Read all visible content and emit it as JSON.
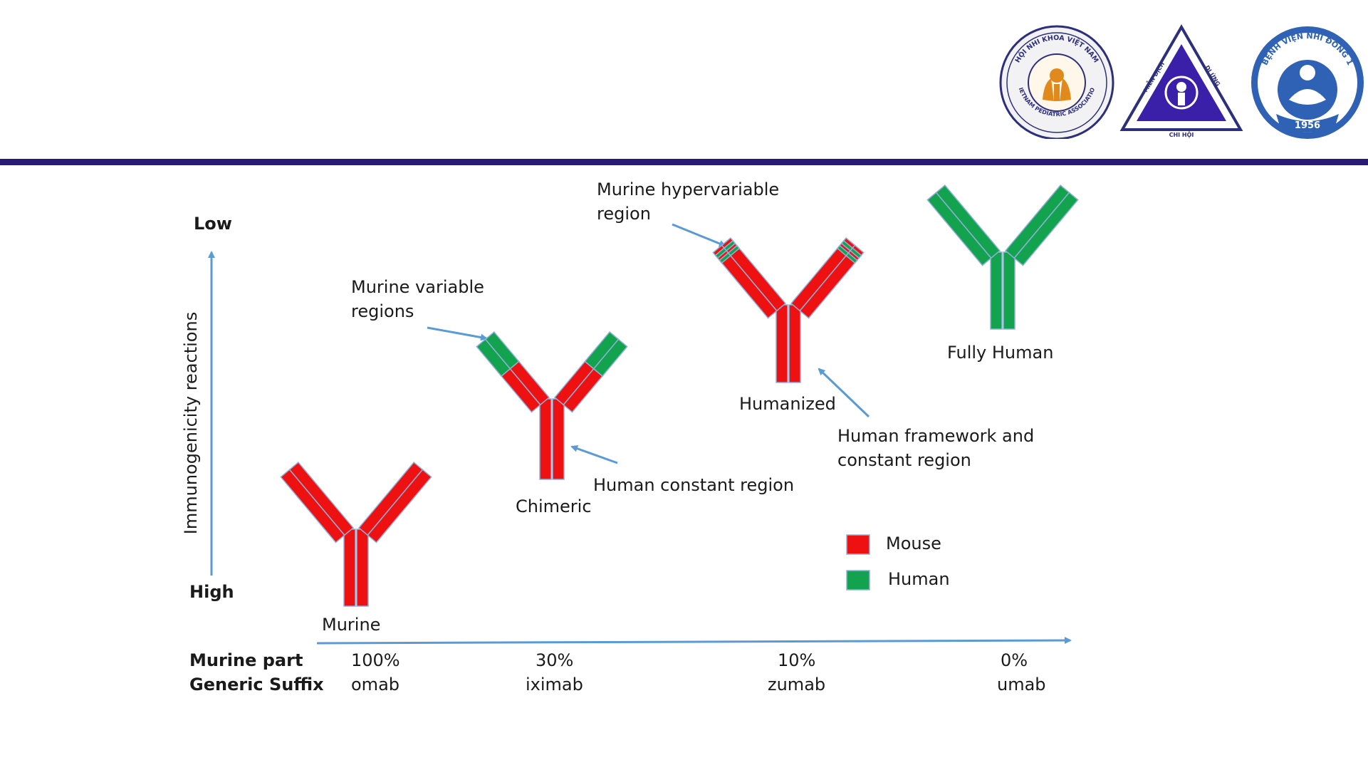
{
  "colors": {
    "mouse": "#ee1111",
    "human": "#13a34f",
    "axis": "#5b9bd5",
    "rule": "#2a1a78",
    "outline": "#8fb0d8"
  },
  "header": {
    "logo_left": {
      "name": "vietnam-pediatric-association-logo",
      "text_top": "HỘI NHI KHOA VIỆT NAM",
      "text_bottom": "VIETNAM PEDIATRIC ASSOCIATION"
    },
    "logo_middle": {
      "name": "immunology-allergy-chapter-logo",
      "text_left": "MIỄN DỊCH",
      "text_right": "DỊ ỨNG",
      "text_bottom": "CHI HỘI"
    },
    "logo_right": {
      "name": "childrens-hospital-1-logo",
      "text_top": "BỆNH VIỆN NHI ĐỒNG 1",
      "year": "1956"
    }
  },
  "y_axis": {
    "label": "Immunogenicity reactions",
    "top": "Low",
    "bottom": "High"
  },
  "antibodies": [
    {
      "name": "Murine",
      "label": "Murine",
      "murine_part": "100%",
      "suffix": "omab"
    },
    {
      "name": "Chimeric",
      "label": "Chimeric",
      "murine_part": "30%",
      "suffix": "iximab"
    },
    {
      "name": "Humanized",
      "label": "Humanized",
      "murine_part": "10%",
      "suffix": "zumab"
    },
    {
      "name": "Fully Human",
      "label": "Fully Human",
      "murine_part": "0%",
      "suffix": "umab"
    }
  ],
  "annotations": {
    "murine_variable": [
      "Murine variable",
      "regions"
    ],
    "human_constant": "Human constant region",
    "murine_hypervariable": [
      "Murine hypervariable",
      "region"
    ],
    "human_framework": [
      "Human framework and",
      "constant region"
    ]
  },
  "legend": [
    {
      "label": "Mouse",
      "color_key": "mouse"
    },
    {
      "label": "Human",
      "color_key": "human"
    }
  ],
  "bottom_rows": {
    "murine_part_label": "Murine part",
    "suffix_label": "Generic Suffix"
  }
}
